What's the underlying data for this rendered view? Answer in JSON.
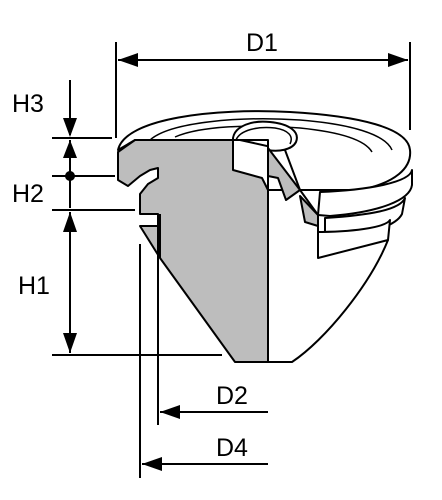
{
  "labels": {
    "d1": "D1",
    "h3": "H3",
    "h2": "H2",
    "h1": "H1",
    "d2": "D2",
    "d4": "D4"
  },
  "colors": {
    "section_fill": "#bdbdbd",
    "line": "#000000",
    "background": "#ffffff"
  }
}
